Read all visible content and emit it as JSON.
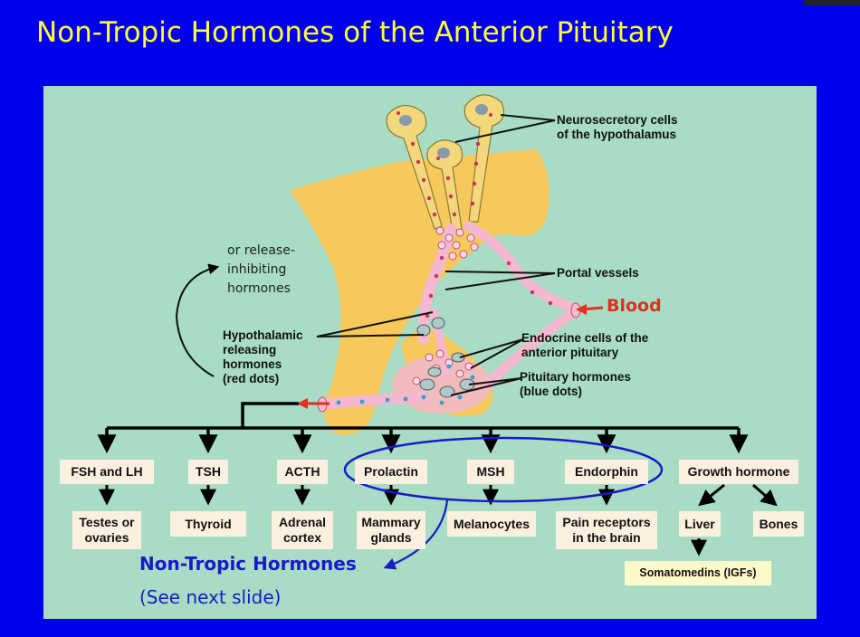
{
  "slide": {
    "title": "Non-Tropic Hormones of the Anterior Pituitary"
  },
  "labels": {
    "neurosecretory": [
      "Neurosecretory cells",
      "of the hypothalamus"
    ],
    "portal_vessels": "Portal vessels",
    "blood": "Blood",
    "release_inhibiting": [
      "or release-",
      "inhibiting",
      "hormones"
    ],
    "releasing": [
      "Hypothalamic",
      "releasing",
      "hormones",
      "(red dots)"
    ],
    "endocrine_cells": [
      "Endocrine cells of the",
      "anterior pituitary"
    ],
    "pituitary_hormones": [
      "Pituitary hormones",
      "(blue dots)"
    ]
  },
  "hormones": [
    "FSH and LH",
    "TSH",
    "ACTH",
    "Prolactin",
    "MSH",
    "Endorphin",
    "Growth hormone"
  ],
  "targets": [
    "Testes or ovaries",
    "Thyroid",
    "Adrenal cortex",
    "Mammary glands",
    "Melanocytes",
    "Pain receptors in the brain",
    "Liver",
    "Bones"
  ],
  "somatomedins": "Somatomedins (IGFs)",
  "note": {
    "title": "Non-Tropic Hormones",
    "subtitle": "(See next slide)"
  },
  "colors": {
    "background": "#0000ee",
    "title": "#ffff33",
    "panel": "#a8dcc4",
    "gland": "#f7c85c",
    "vessel": "#f4b8d0",
    "blood_arrow": "#e0301e",
    "highlight": "#1a1ac8",
    "box": "#fbf0e0"
  }
}
